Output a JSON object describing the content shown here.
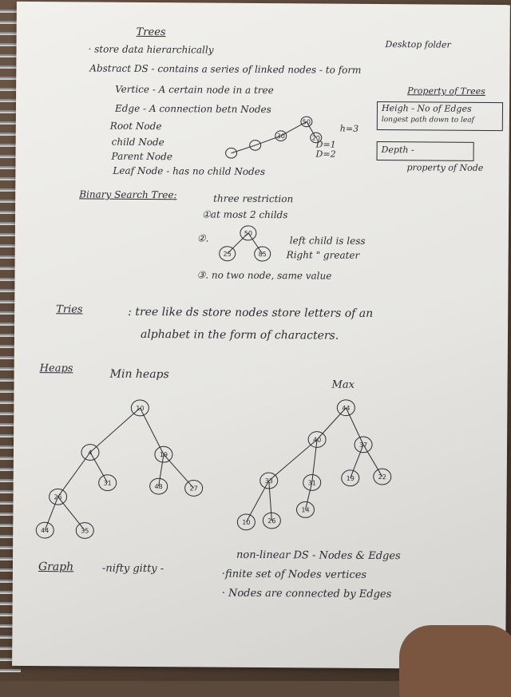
{
  "title": "Trees",
  "lines": {
    "store_data": "· store data hierarchically",
    "desktop_folder": "Desktop folder",
    "abstract_ds": "Abstract DS - contains a series of linked nodes - to form",
    "property_of_trees": "Property of Trees",
    "vertice": "Vertice - A certain node in a tree",
    "edge": "Edge  - A connection betn Nodes",
    "root_node": "Root Node",
    "child_node": "child Node",
    "parent_node": "Parent Node",
    "leaf_node": "Leaf Node - has no child Nodes",
    "h_eq_3": "h=3",
    "d_eq_1": "D=1",
    "d_eq_2": "D=2",
    "height_def": "Heigh - No of Edges",
    "longest_path": "longest path down to leaf",
    "depth": "Depth -",
    "property_of_node": "property of Node"
  },
  "bst": {
    "heading": "Binary Search Tree:",
    "restriction": "three restriction",
    "rule1": "①at most 2 childs",
    "rule2": "②.",
    "left_less": "left child is less",
    "right_greater": "Right    \"  greater",
    "rule3": "③. no two node, same value"
  },
  "tries": {
    "heading": "Tries",
    "line1": ": tree like ds store nodes store letters of an",
    "line2": "alphabet  in the form of characters."
  },
  "heaps": {
    "heading": "Heaps",
    "min_label": "Min heaps",
    "max_label": "Max"
  },
  "graph": {
    "heading": "Graph",
    "nifty": "-nifty gitty -",
    "line1": "non-linear DS - Nodes & Edges",
    "line2": "·finite set of Nodes vertices",
    "line3": "· Nodes are connected by Edges"
  },
  "diagrams": {
    "small_tree": [
      "50",
      "30",
      "20",
      "",
      ""
    ],
    "bst_nodes": [
      "50",
      "25",
      "85"
    ],
    "min_heap": [
      "10",
      "4",
      "19",
      "31",
      "48",
      "27",
      "26",
      "44",
      "35"
    ],
    "max_heap": [
      "44",
      "40",
      "37",
      "33",
      "31",
      "19",
      "22",
      "10",
      "26",
      "14"
    ]
  }
}
